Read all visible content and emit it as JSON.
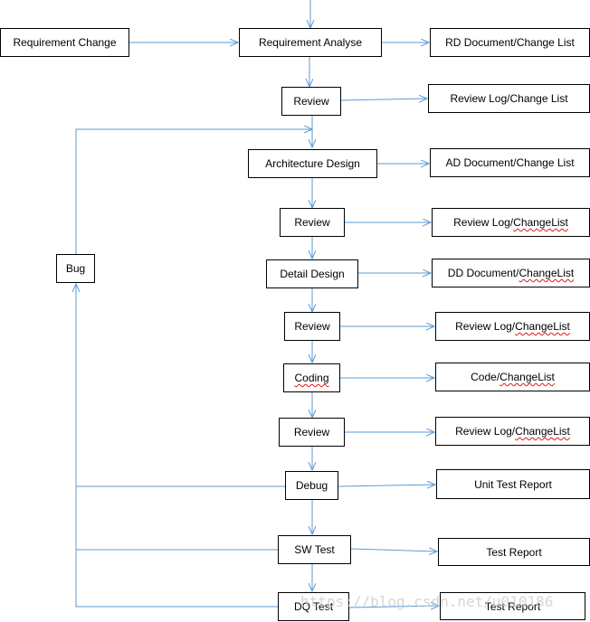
{
  "colors": {
    "edge": "#5b9bd5",
    "border": "#000000",
    "spellcheck": "#e01818"
  },
  "nodes": {
    "req_change": "Requirement Change",
    "req_analyse": "Requirement Analyse",
    "rd_doc": "RD Document/Change List",
    "review_1": "Review",
    "review_log_1": "Review Log/Change List",
    "arch_design": "Architecture Design",
    "ad_doc": "AD Document/Change List",
    "review_2": "Review",
    "review_log_2_a": "Review Log/",
    "review_log_2_b": "ChangeList",
    "bug": "Bug",
    "detail_design": "Detail Design",
    "dd_doc_a": "DD Document/",
    "dd_doc_b": "ChangeList",
    "review_3": "Review",
    "review_log_3_a": "Review Log/",
    "review_log_3_b": "ChangeList",
    "coding": "Coding",
    "code_cl_a": "Code/",
    "code_cl_b": "ChangeList",
    "review_4": "Review",
    "review_log_4_a": "Review Log/",
    "review_log_4_b": "ChangeList",
    "debug": "Debug",
    "unit_test_report": "Unit Test Report",
    "sw_test": "SW Test",
    "test_report_1": "Test Report",
    "dq_test": "DQ Test",
    "test_report_2": "Test Report"
  },
  "watermark": "https://blog.csdn.net/u010186"
}
